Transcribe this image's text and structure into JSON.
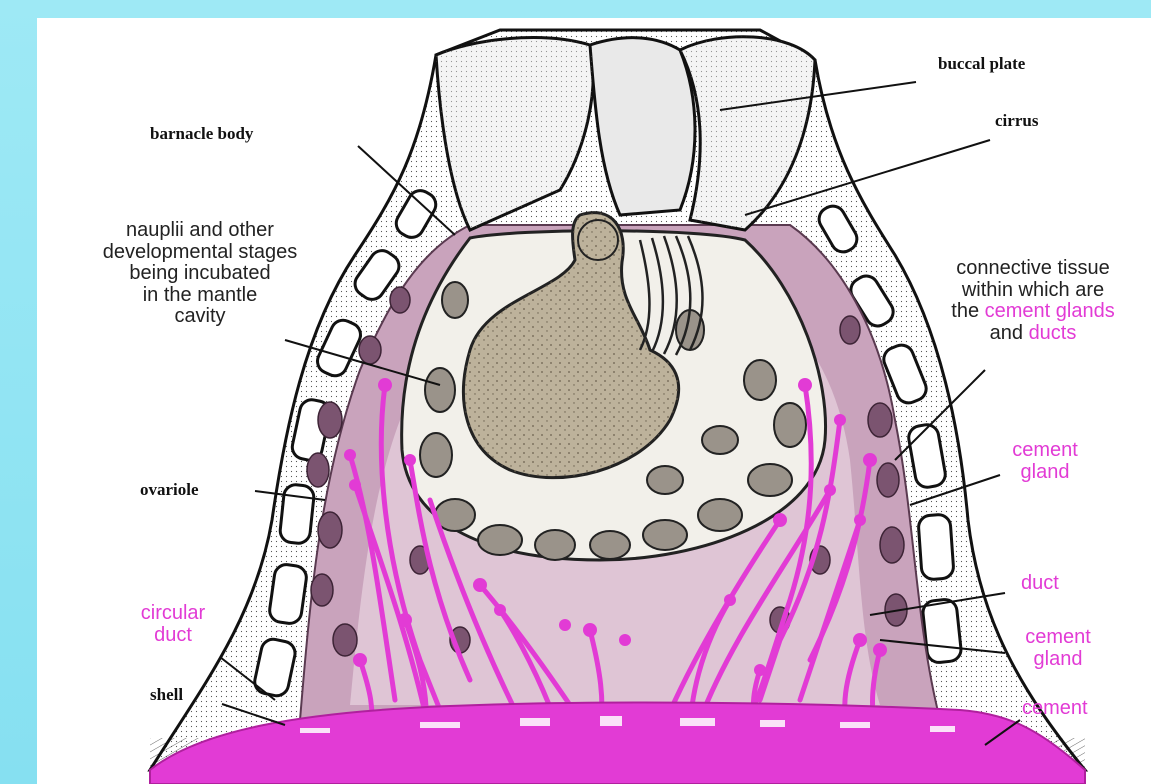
{
  "colors": {
    "background": "#8fe3f2",
    "accent_magenta": "#e23bd5",
    "mantle_tissue": "#c9a3bc",
    "body": "#bdb29b"
  },
  "labels": {
    "buccal_plate": "buccal plate",
    "cirrus": "cirrus",
    "barnacle_body": "barnacle body",
    "nauplii_line1": "nauplii and other",
    "nauplii_line2": "developmental stages",
    "nauplii_line3": "being incubated",
    "nauplii_line4": "in the mantle",
    "nauplii_line5": "cavity",
    "connective_line1": "connective tissue",
    "connective_line2": "within which are",
    "connective_line3_prefix": "the ",
    "connective_line3_highlight": "cement glands",
    "connective_line4_prefix": "and ",
    "connective_line4_highlight": "ducts",
    "cement_gland_1_line1": "cement",
    "cement_gland_1_line2": "gland",
    "ovariole": "ovariole",
    "duct": "duct",
    "cement_gland_2_line1": "cement",
    "cement_gland_2_line2": "gland",
    "circular_duct_line1": "circular",
    "circular_duct_line2": "duct",
    "shell": "shell",
    "cement": "cement"
  }
}
